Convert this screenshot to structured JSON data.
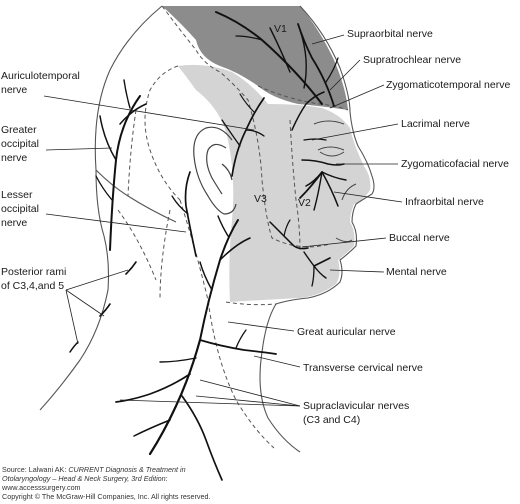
{
  "labels": {
    "supraorbital": "Supraorbital nerve",
    "supratrochlear": "Supratrochlear nerve",
    "zygomaticotemporal": "Zygomaticotemporal nerve",
    "lacrimal": "Lacrimal nerve",
    "zygomaticofacial": "Zygomaticofacial nerve",
    "infraorbital": "Infraorbital nerve",
    "buccal": "Buccal nerve",
    "mental": "Mental nerve",
    "great_auricular": "Great auricular nerve",
    "transverse_cervical": "Transverse cervical nerve",
    "supraclavicular_1": "Supraclavicular nerves",
    "supraclavicular_2": "(C3 and C4)",
    "auriculotemporal_1": "Auriculotemporal",
    "auriculotemporal_2": "nerve",
    "greater_occipital_1": "Greater",
    "greater_occipital_2": "occipital",
    "greater_occipital_3": "nerve",
    "lesser_occipital_1": "Lesser",
    "lesser_occipital_2": "occipital",
    "lesser_occipital_3": "nerve",
    "posterior_rami_1": "Posterior rami",
    "posterior_rami_2": "of C3,4,and 5"
  },
  "zones": {
    "v1": "V1",
    "v2": "V2",
    "v3": "V3"
  },
  "credit": {
    "line1_prefix": "Source: Lalwani AK: ",
    "line1_title": "CURRENT Diagnosis & Treatment in",
    "line2_title": "Otolaryngology – Head & Neck Surgery, 3rd Edition",
    "line2_suffix": ":",
    "line3": "www.accesssurgery.com",
    "line4": "Copyright © The McGraw-Hill Companies, Inc. All rights reserved."
  },
  "colors": {
    "v1_zone": "#8c8c8c",
    "v2_v3_zone": "#d4d4d4",
    "nerve": "#111111",
    "outline": "#555555"
  }
}
